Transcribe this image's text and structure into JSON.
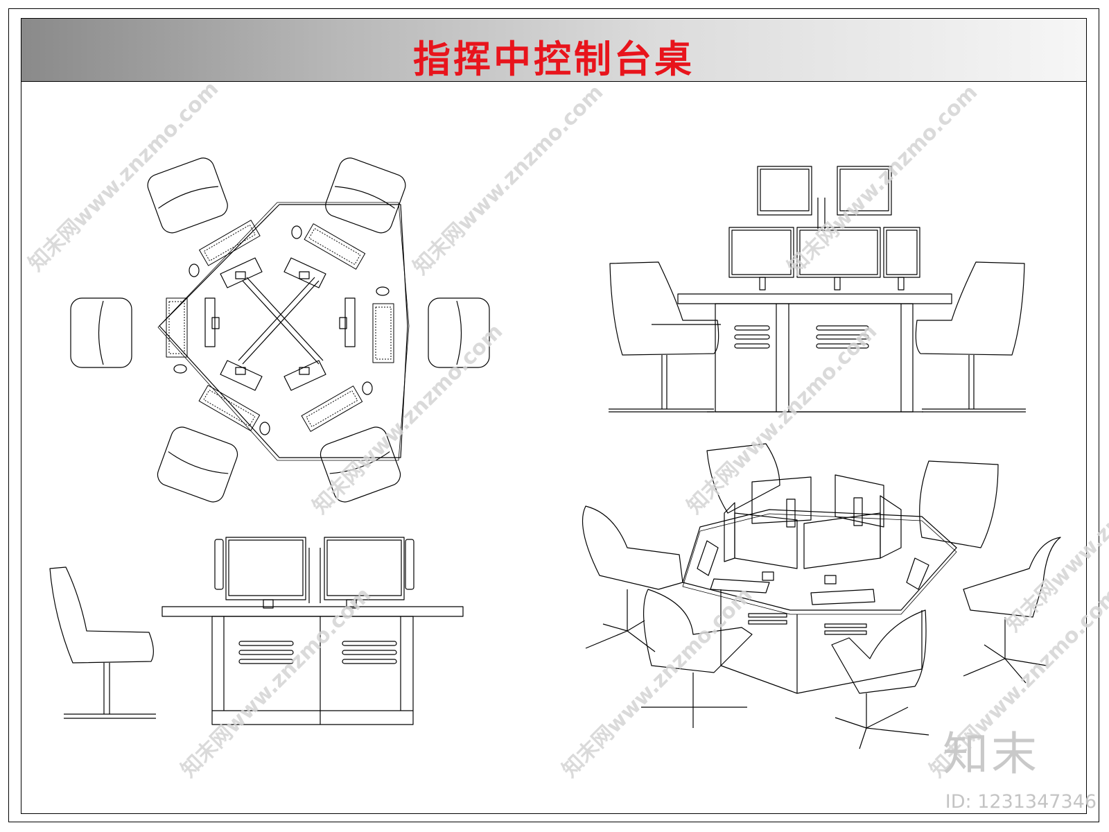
{
  "title": "指挥中控制台桌",
  "watermark_text": "知末网www.znzmo.com",
  "brand_text": "知末",
  "id_text": "ID: 1231347346",
  "colors": {
    "title": "#e8141c",
    "line": "#000000",
    "watermark": "#d4d4d4"
  }
}
